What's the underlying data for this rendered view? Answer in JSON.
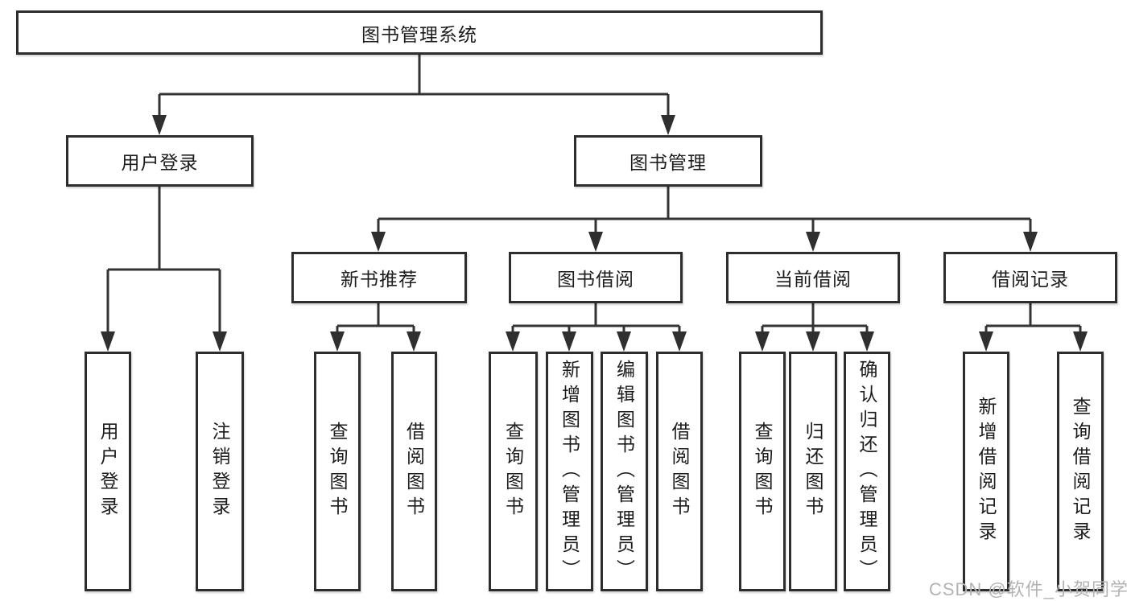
{
  "tree": {
    "root": {
      "label": "图书管理系统",
      "children": [
        {
          "label": "用户登录",
          "children": [
            {
              "label": "用户登录"
            },
            {
              "label": "注销登录"
            }
          ]
        },
        {
          "label": "图书管理",
          "children": [
            {
              "label": "新书推荐",
              "children": [
                {
                  "label": "查询图书"
                },
                {
                  "label": "借阅图书"
                }
              ]
            },
            {
              "label": "图书借阅",
              "children": [
                {
                  "label": "查询图书"
                },
                {
                  "label": "新增图书（管理员）"
                },
                {
                  "label": "编辑图书（管理员）"
                },
                {
                  "label": "借阅图书"
                }
              ]
            },
            {
              "label": "当前借阅",
              "children": [
                {
                  "label": "查询图书"
                },
                {
                  "label": "归还图书"
                },
                {
                  "label": "确认归还（管理员）"
                }
              ]
            },
            {
              "label": "借阅记录",
              "children": [
                {
                  "label": "新增借阅记录"
                },
                {
                  "label": "查询借阅记录"
                }
              ]
            }
          ]
        }
      ]
    }
  },
  "watermark": {
    "text": "CSDN @软件_小贺同学"
  },
  "colors": {
    "line": "#333333",
    "box_border": "#2d2d2d",
    "text": "#1c1c1c",
    "watermark": "#b3b3b3",
    "background": "#ffffff"
  }
}
